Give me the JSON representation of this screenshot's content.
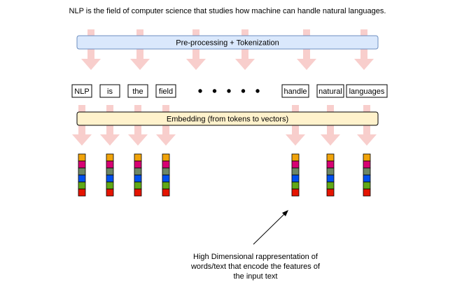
{
  "title": "NLP is the field of computer science that studies how machine can handle natural languages.",
  "preprocessing_label": "Pre-processing + Tokenization",
  "tokens": [
    "NLP",
    "is",
    "the",
    "field",
    "handle",
    "natural",
    "languages"
  ],
  "ellipsis_dots": 5,
  "embedding_label": "Embedding (from tokens to vectors)",
  "annotation_lines": [
    "High Dimensional rappresentation of",
    "words/text that encode the features of",
    "the input text"
  ],
  "colors": {
    "arrow": "#f8cecc",
    "preprocessing_fill": "#dae8fc",
    "preprocessing_stroke": "#6c8ebf",
    "embedding_fill": "#fff2cc",
    "embedding_stroke": "#000000",
    "vector_cells": [
      "#f0a30a",
      "#d80073",
      "#6d8764",
      "#0050ef",
      "#60a917",
      "#e51400"
    ]
  }
}
